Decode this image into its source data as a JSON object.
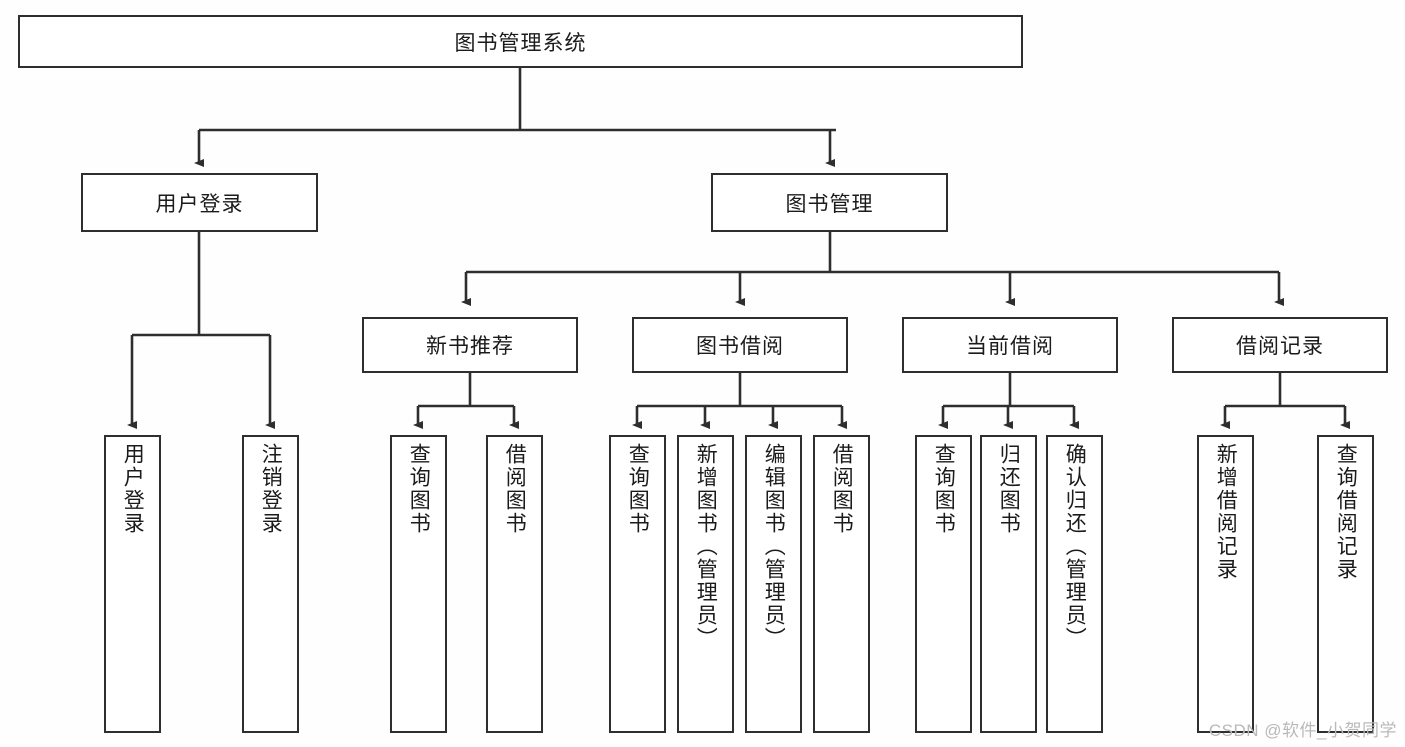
{
  "diagram": {
    "title": "图书管理系统",
    "type": "tree",
    "root": {
      "label": "图书管理系统"
    },
    "level1": [
      {
        "label": "用户登录"
      },
      {
        "label": "图书管理"
      }
    ],
    "level2": [
      {
        "label": "新书推荐"
      },
      {
        "label": "图书借阅"
      },
      {
        "label": "当前借阅"
      },
      {
        "label": "借阅记录"
      }
    ],
    "leaves": {
      "user_login": [
        {
          "label": "用户登录"
        },
        {
          "label": "注销登录"
        }
      ],
      "new_book_recommend": [
        {
          "label": "查询图书"
        },
        {
          "label": "借阅图书"
        }
      ],
      "book_borrow": [
        {
          "label": "查询图书"
        },
        {
          "label": "新增图书（管理员）"
        },
        {
          "label": "编辑图书（管理员）"
        },
        {
          "label": "借阅图书"
        }
      ],
      "current_borrow": [
        {
          "label": "查询图书"
        },
        {
          "label": "归还图书"
        },
        {
          "label": "确认归还（管理员）"
        }
      ],
      "borrow_record": [
        {
          "label": "新增借阅记录"
        },
        {
          "label": "查询借阅记录"
        }
      ]
    }
  },
  "watermark": {
    "text": "CSDN @软件_小贺同学"
  },
  "colors": {
    "border": "#2e2e2e",
    "text": "#1b1b1b",
    "background": "#fefefe",
    "watermark": "#b9b9b9"
  }
}
